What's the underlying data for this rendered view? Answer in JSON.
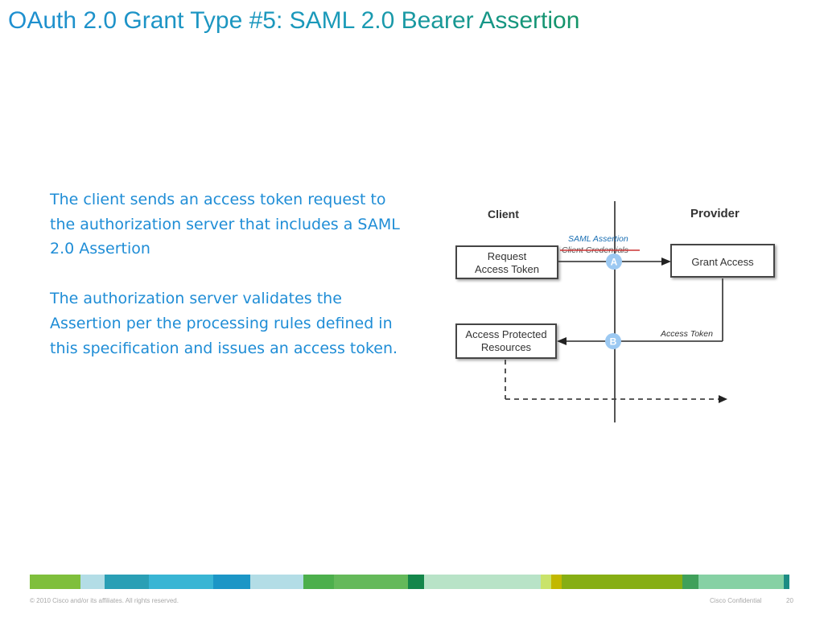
{
  "slide": {
    "title": "OAuth 2.0 Grant Type #5: SAML 2.0 Bearer Assertion",
    "paragraphs": [
      "The client sends an access token request to the authorization server that includes a SAML 2.0 Assertion",
      "The authorization server validates the Assertion per the processing rules defined in this specification and issues an access token."
    ]
  },
  "diagram": {
    "client_label": "Client",
    "provider_label": "Provider",
    "request_box": [
      "Request",
      "Access Token"
    ],
    "grant_box": "Grant Access",
    "access_box": [
      "Access Protected",
      "Resources"
    ],
    "saml_label": "SAML Assertion",
    "struck_label": "Client Credentials",
    "access_token_label": "Access Token",
    "marker_a": "A",
    "marker_b": "B",
    "colors": {
      "marker": "#9cc9f2",
      "strike": "#cc3333",
      "saml_text": "#1a6fb3"
    }
  },
  "footer": {
    "copyright": "© 2010 Cisco and/or its affiliates. All rights reserved.",
    "confidential": "Cisco Confidential",
    "page_number": "20"
  },
  "brand_bar_colors": [
    "#7fbf3c",
    "#b3dde6",
    "#2a9fb5",
    "#39b5d4",
    "#1c96c6",
    "#b3dde6",
    "#4caf4c",
    "#64b95a",
    "#14864a",
    "#b8e3c7",
    "#c9e36b",
    "#c2b800",
    "#86ae14",
    "#3fa05a",
    "#86d1a4",
    "#1d8c84"
  ]
}
